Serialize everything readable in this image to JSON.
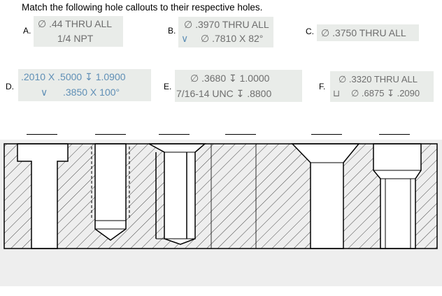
{
  "instruction": "Match the following hole callouts to their respective holes.",
  "callouts": {
    "a": {
      "letter": "A.",
      "line1": "∅ .44 THRU ALL",
      "line2": "1/4 NPT"
    },
    "b": {
      "letter": "B.",
      "line1": "∅ .3970 THRU ALL",
      "line2_symbol": "∨",
      "line2": "∅ .7810 X 82°"
    },
    "c": {
      "letter": "C.",
      "line1": "∅ .3750 THRU ALL"
    },
    "d": {
      "letter": "D.",
      "line1": ".2010 X .5000 ↧ 1.0900",
      "line2_symbol": "∨",
      "line2": ".3850 X 100°"
    },
    "e": {
      "letter": "E.",
      "line1": "∅ .3680 ↧ 1.0000",
      "line2": "7/16-14 UNC ↧ .8800"
    },
    "f": {
      "letter": "F.",
      "line1": "∅ .3320 THRU ALL",
      "line2_symbol": "⊔",
      "line2": "∅ .6875 ↧ .2090"
    }
  },
  "answer_blanks": [
    "",
    "",
    "",
    "",
    "",
    ""
  ],
  "colors": {
    "callout_bg": "#e9ece9",
    "callout_text": "#6e6e6e",
    "callout_blue": "#5f8fb6",
    "block_bg": "#eeeeee",
    "hatch": "#333333"
  }
}
